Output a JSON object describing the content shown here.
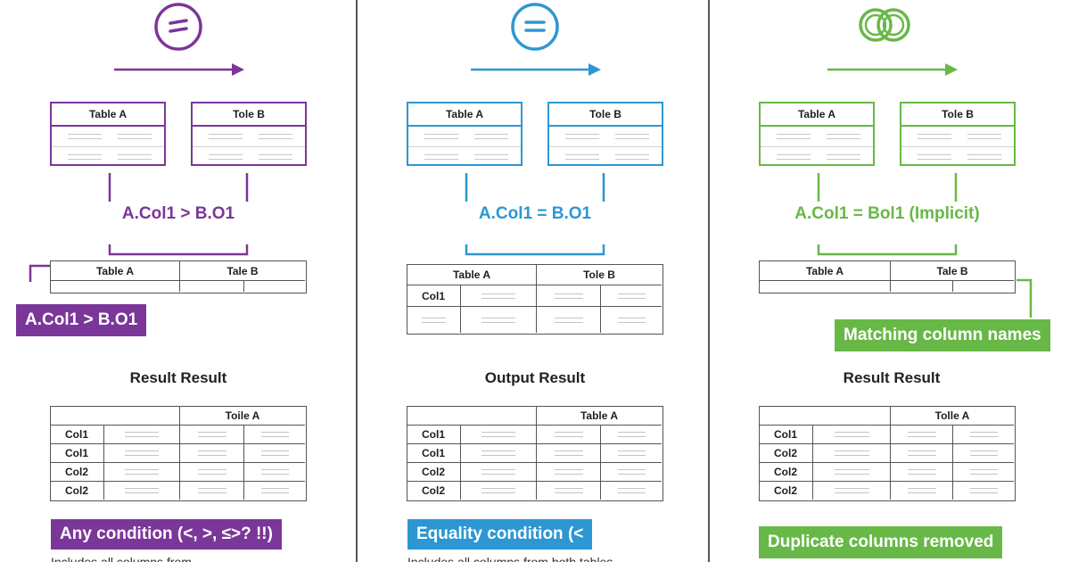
{
  "panels": [
    {
      "accent": "#7b3699",
      "icon": "theta-join-icon",
      "table_a": "Table A",
      "table_b": "Tole B",
      "condition": "A.Col1 > B.O1",
      "joined": {
        "header": [
          "Table A",
          "Tale B"
        ]
      },
      "tag": "A.Col1 > B.O1",
      "result_title": "Result Result",
      "result": {
        "header": "Toile A",
        "rows": [
          "Col1",
          "Col1",
          "Col2",
          "Col2"
        ]
      },
      "footer": "Any condition (<, >, ≤>? !!)",
      "cut_text": "Includes all columns from"
    },
    {
      "accent": "#2d97d3",
      "icon": "equals-icon",
      "table_a": "Table A",
      "table_b": "Tole B",
      "condition": "A.Col1 = B.O1",
      "joined": {
        "header": [
          "Table A",
          "Tole B"
        ],
        "rows": [
          "Col1",
          ""
        ]
      },
      "result_title": "Output Result",
      "result": {
        "header": "Table A",
        "rows": [
          "Col1",
          "Col1",
          "Col2",
          "Col2"
        ]
      },
      "footer": "Equality condition (<",
      "cut_text": "Includes all columns from both tables"
    },
    {
      "accent": "#68b847",
      "icon": "linked-rings-icon",
      "table_a": "Table A",
      "table_b": "Tole B",
      "condition": "A.Col1 = Bol1 (Implicit)",
      "joined": {
        "header": [
          "Table A",
          "Tale B"
        ]
      },
      "tag": "Matching column names",
      "result_title": "Result Result",
      "result": {
        "header": "Tolle A",
        "rows": [
          "Col1",
          "Col2",
          "Col2",
          "Col2"
        ]
      },
      "footer": "Duplicate columns removed"
    }
  ]
}
